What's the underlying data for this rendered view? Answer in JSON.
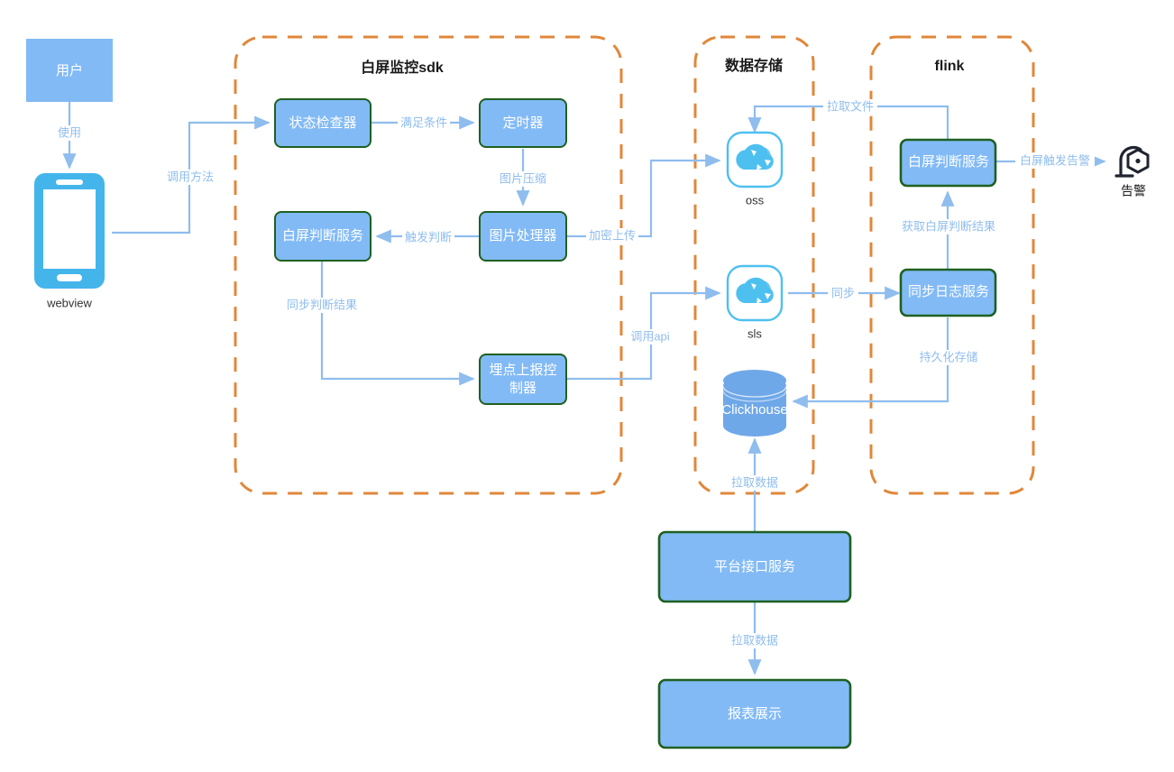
{
  "diagram": {
    "title_groups": [
      {
        "id": "sdk",
        "label": "白屏监控sdk"
      },
      {
        "id": "storage",
        "label": "数据存储"
      },
      {
        "id": "flink",
        "label": "flink"
      }
    ],
    "colors": {
      "node_fill": "#82BAF5",
      "node_stroke": "#1F6021",
      "group_stroke": "#E0873A",
      "edge": "#8FBDEE",
      "phone": "#44B5EB",
      "cylinder": "#6FA8E8",
      "alarm": "#1F2430",
      "label_text": "#8FBDEE"
    },
    "nodes": {
      "user": {
        "label": "用户"
      },
      "webview": {
        "label": "webview"
      },
      "state_checker": {
        "label": "状态检查器"
      },
      "timer": {
        "label": "定时器"
      },
      "image_processor": {
        "label": "图片处理器"
      },
      "white_screen_judge_sdk": {
        "label": "白屏判断服务"
      },
      "tracking_reporter": {
        "label": "埋点上报控\n制器",
        "line1": "埋点上报控",
        "line2": "制器"
      },
      "oss": {
        "label": "oss"
      },
      "sls": {
        "label": "sls"
      },
      "clickhouse": {
        "label": "Clickhouse"
      },
      "white_screen_judge_flink": {
        "label": "白屏判断服务"
      },
      "sync_log_service": {
        "label": "同步日志服务"
      },
      "alarm": {
        "label": "告警"
      },
      "platform_api": {
        "label": "平台接口服务"
      },
      "report_display": {
        "label": "报表展示"
      }
    },
    "edges": [
      {
        "id": "user-webview",
        "label": "使用"
      },
      {
        "id": "webview-state-checker",
        "label": "调用方法"
      },
      {
        "id": "state-checker-timer",
        "label": "满足条件"
      },
      {
        "id": "timer-image-processor",
        "label": "图片压缩"
      },
      {
        "id": "image-processor-judge",
        "label": "触发判断"
      },
      {
        "id": "image-processor-oss",
        "label": "加密上传"
      },
      {
        "id": "judge-tracking",
        "label": "同步判断结果"
      },
      {
        "id": "tracking-sls",
        "label": "调用api"
      },
      {
        "id": "flink-judge-oss",
        "label": "拉取文件"
      },
      {
        "id": "judge-flink-sync",
        "label": "获取白屏判断结果"
      },
      {
        "id": "judge-alarm",
        "label": "白屏触发告警"
      },
      {
        "id": "sls-sync-log",
        "label": "同步"
      },
      {
        "id": "sync-log-clickhouse",
        "label": "持久化存储"
      },
      {
        "id": "platform-clickhouse",
        "label": "拉取数据"
      },
      {
        "id": "platform-report",
        "label": "拉取数据"
      }
    ]
  }
}
